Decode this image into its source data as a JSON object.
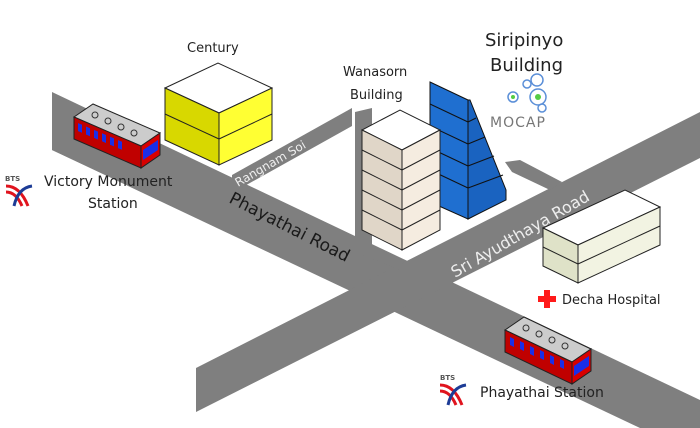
{
  "map": {
    "colors": {
      "road": "#7f7f7f",
      "road_label_dark": "#1a1a1a",
      "road_label_light": "#eeeeee",
      "century": "#f2f200",
      "wanasorn": "#e8ddd0",
      "siripinyo": "#1a6fd0",
      "hospital": "#eef0dc",
      "train_body": "#c00000",
      "train_window": "#1a2ee8",
      "train_roof": "#cccccc",
      "red_cross": "#ff1a1a",
      "bts_red": "#e0141e",
      "bts_blue": "#1d3c96"
    },
    "roads": [
      {
        "name": "phayathai-road",
        "label": "Phayathai Road",
        "label_style": "dark"
      },
      {
        "name": "sri-ayudthaya-road",
        "label": "Sri Ayudthaya Road",
        "label_style": "light"
      },
      {
        "name": "rangnam-soi",
        "label": "Rangnam Soi",
        "label_style": "light"
      }
    ],
    "buildings": {
      "century": {
        "label": "Century"
      },
      "wanasorn": {
        "label_line1": "Wanasorn",
        "label_line2": "Building"
      },
      "siripinyo": {
        "label_line1": "Siripinyo",
        "label_line2": "Building",
        "logo_text": "MOCAP"
      },
      "decha": {
        "label": "Decha Hospital",
        "icon": "red-cross-icon"
      }
    },
    "stations": [
      {
        "name": "victory-monument",
        "label_line1": "Victory Monument",
        "label_line2": "Station",
        "logo_text": "BTS"
      },
      {
        "name": "phayathai",
        "label_line1": "Phayathai Station",
        "logo_text": "BTS"
      }
    ]
  }
}
